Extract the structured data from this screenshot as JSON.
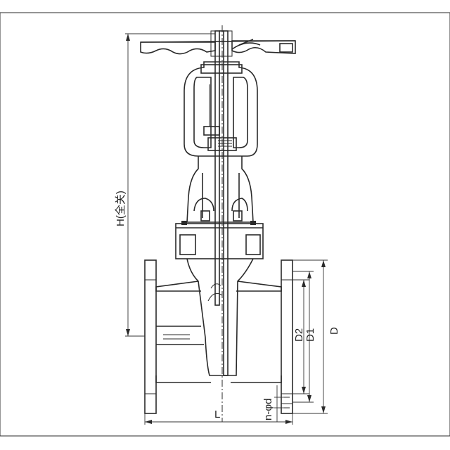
{
  "labels": {
    "height": "H(全关)",
    "length": "L",
    "d2": "D2",
    "d1": "D1",
    "d": "D",
    "bolt": "n-φd"
  }
}
